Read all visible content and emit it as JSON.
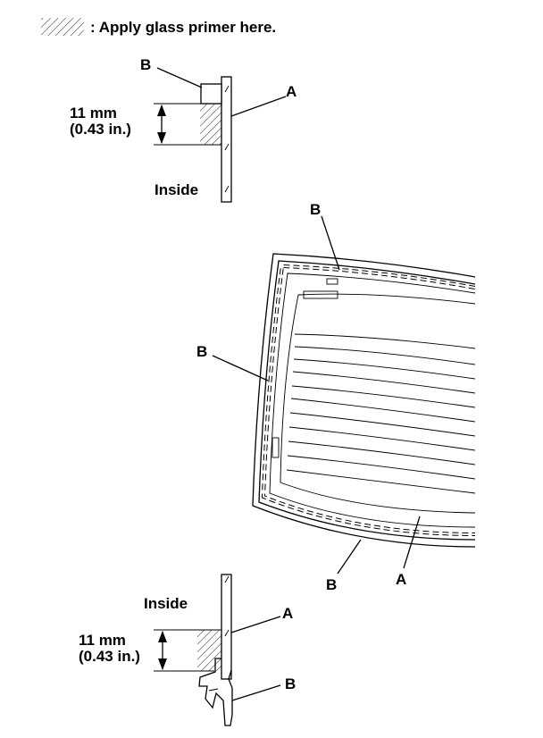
{
  "legend": {
    "icon": "hatch-swatch-icon",
    "text": ": Apply glass primer here."
  },
  "top_detail": {
    "callout_b": "B",
    "callout_a": "A",
    "dimension_mm": "11 mm",
    "dimension_in": "(0.43 in.)",
    "side_label": "Inside"
  },
  "glass_view": {
    "callout_b_top": "B",
    "callout_b_left": "B",
    "callout_b_bottom": "B",
    "callout_a": "A"
  },
  "bottom_detail": {
    "side_label": "Inside",
    "callout_a": "A",
    "dimension_mm": "11 mm",
    "dimension_in": "(0.43 in.)",
    "callout_b": "B"
  },
  "colors": {
    "ink": "#000000",
    "paper": "#ffffff"
  }
}
